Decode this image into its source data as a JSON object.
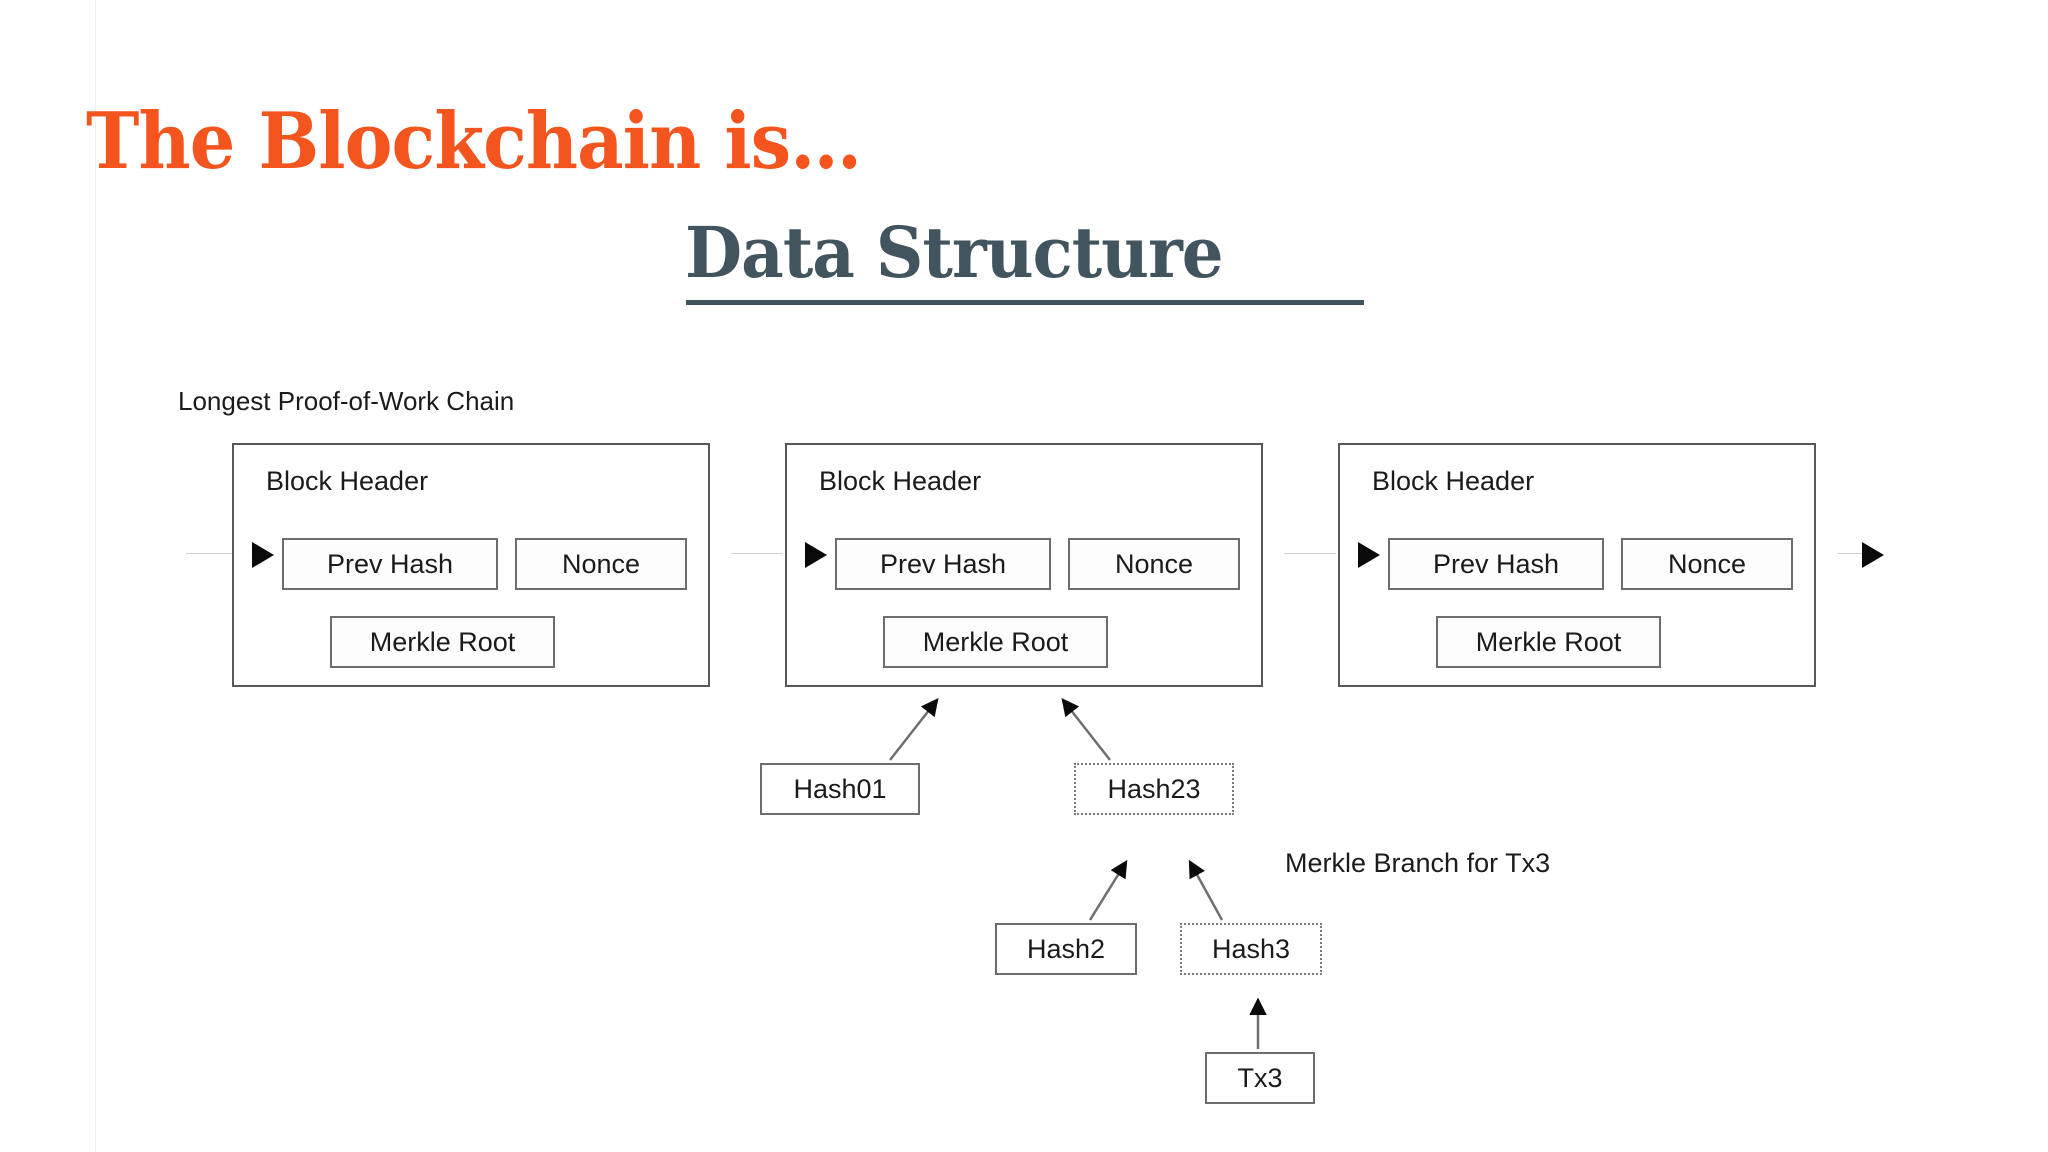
{
  "slide": {
    "background_color": "#ffffff",
    "title_line1": "The Blockchain is…",
    "title_line2": "Data Structure",
    "title_line1_color": "#f4541d",
    "title_line2_color": "#42545e"
  },
  "diagram": {
    "caption": "Longest Proof-of-Work Chain",
    "blocks": [
      {
        "title": "Block Header",
        "prev_hash": "Prev Hash",
        "nonce": "Nonce",
        "merkle_root": "Merkle Root"
      },
      {
        "title": "Block Header",
        "prev_hash": "Prev Hash",
        "nonce": "Nonce",
        "merkle_root": "Merkle Root"
      },
      {
        "title": "Block Header",
        "prev_hash": "Prev Hash",
        "nonce": "Nonce",
        "merkle_root": "Merkle Root"
      }
    ],
    "merkle_tree": {
      "hash01": "Hash01",
      "hash23": "Hash23",
      "hash2": "Hash2",
      "hash3": "Hash3",
      "tx3": "Tx3",
      "branch_label": "Merkle Branch for Tx3"
    }
  }
}
